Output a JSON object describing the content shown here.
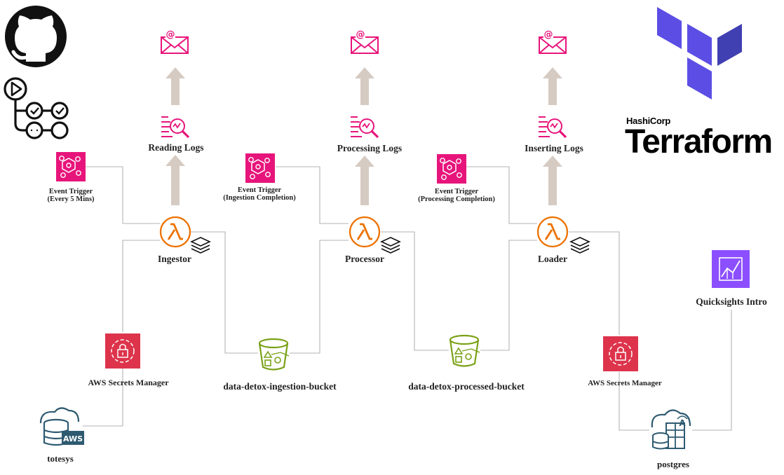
{
  "ingestor": {
    "label": "Ingestor",
    "logs_label": "Reading Logs",
    "trigger_line1": "Event Trigger",
    "trigger_line2": "(Every 5 Mins)"
  },
  "processor": {
    "label": "Processor",
    "logs_label": "Processing Logs",
    "trigger_line1": "Event Trigger",
    "trigger_line2": "(Ingestion Completion)"
  },
  "loader": {
    "label": "Loader",
    "logs_label": "Inserting Logs",
    "trigger_line1": "Event Trigger",
    "trigger_line2": "(Processing Completion)"
  },
  "buckets": {
    "ingestion": "data-detox-ingestion-bucket",
    "processed": "data-detox-processed-bucket"
  },
  "secrets": {
    "left": "AWS Secrets Manager",
    "right": "AWS Secrets Manager"
  },
  "sources": {
    "totesys": "totesys",
    "totesys_badge": "AWS",
    "postgres": "postgres"
  },
  "quicksight": {
    "label": "Quicksights Intro"
  },
  "terraform": {
    "brand": "HashiCorp",
    "name": "Terraform"
  },
  "colors": {
    "lambda": "#ED7100",
    "s3": "#7AA116",
    "event_trigger": "#E7157B",
    "logs": "#E7157B",
    "secrets": "#DD344C",
    "quicksight": "#8C4FFF",
    "terraform": "#7B42BC",
    "rds": "#2E5A70",
    "arrow": "#D6CBC3",
    "connector": "#B3B3B3"
  },
  "icons": {
    "github": "github-icon",
    "actions": "github-actions-icon",
    "email": "email-icon",
    "logs": "log-search-icon",
    "trigger": "eventbridge-icon",
    "lambda": "lambda-icon",
    "layers": "layers-icon",
    "bucket": "s3-bucket-icon",
    "secrets": "secrets-manager-icon",
    "database": "database-icon",
    "quicksight": "quicksight-icon",
    "terraform": "terraform-logo-icon"
  }
}
